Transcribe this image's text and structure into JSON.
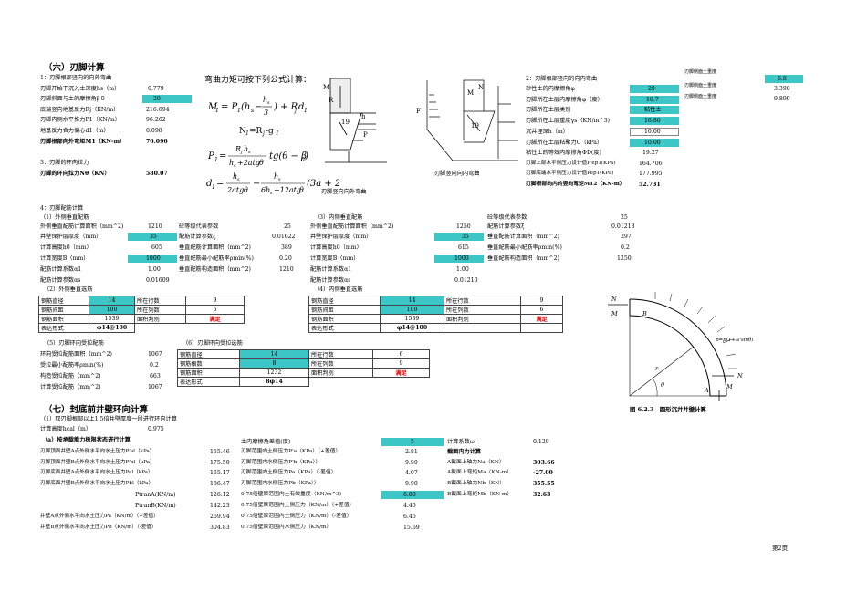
{
  "s6": {
    "title": "（六）刃脚计算",
    "sub1": "1：刃脚根部竖向的向外弯曲",
    "r1": {
      "l": "刃脚开始下沉入土深度hs（m）",
      "v": "0.779"
    },
    "r2": {
      "l": "刃脚斜面与土的摩擦角β０",
      "v": "20"
    },
    "r3": {
      "l": "底端竖向地基反力Rj（KN/m）",
      "v": "216.694"
    },
    "r4": {
      "l": "刃脚内侧水平推力P1（KN/m）",
      "v": "96.262"
    },
    "r5": {
      "l": "地基反力合力偏心d1（m）",
      "v": "0.098"
    },
    "r6": {
      "l": "刃脚根部向外弯矩M1（KN-m）",
      "v": "70.096"
    },
    "sub3": "3：刃脚的环向拉力",
    "r7": {
      "l": "刃脚的环向拉力Nθ（KN）",
      "v": "580.07"
    },
    "formula_title": "弯曲力矩可按下列公式计算："
  },
  "r2": {
    "sub2": "2：刃脚根部竖向的向内弯曲",
    "side1": {
      "l": "刃脚侧面土重度",
      "v": "6.8"
    },
    "side2": {
      "l": "刃脚侧面土重度",
      "v": "3.390"
    },
    "side3": {
      "l": "刃脚侧面土重度",
      "v": "9.899"
    },
    "lines": [
      {
        "l": "砂性土的内摩擦角φ",
        "v": "20"
      },
      {
        "l": "刃脚所在土层内摩擦角φ（度）",
        "v": "10.7"
      },
      {
        "l": "刃脚所在土层类别",
        "v": "粘性土"
      },
      {
        "l": "刃脚所在土层重度γs（KN/m^3)",
        "v": "16.80"
      },
      {
        "l": "沉井埋深h（m）",
        "v": "10.00"
      },
      {
        "l": "刃脚所在土层粘聚力C（kPa）",
        "v": "10.00"
      },
      {
        "l": "粘性土的等效内摩擦角ΦD(度)",
        "v": "19.27"
      },
      {
        "l": "刃脚上部水平侧压力设计值P'ep1(KPa)",
        "v": "164.706"
      },
      {
        "l": "刃脚底端水平侧压力设计值Pep1(KPa)",
        "v": "177.995"
      },
      {
        "l": "刃脚根部向内的竖向弯矩M12（KN-m）",
        "v": "52.731"
      }
    ],
    "fig_caption1": "刃脚竖向向内弯曲",
    "fig_caption2": "刃脚竖向向外弯曲"
  },
  "s4": {
    "title": "4：刃脚配筋计算",
    "outer": {
      "title": "（1）外侧垂直配筋",
      "rows": [
        {
          "l": "外侧垂直配筋计算面积（mm^2)",
          "v": "1210",
          "l2": "砼等级代表参数",
          "v2": "25"
        },
        {
          "l": "井壁保护层厚度（mm）",
          "v": "35",
          "l2": "配筋计算参数ξ",
          "v2": "0.01622"
        },
        {
          "l": "计算高度h0（mm）",
          "v": "605",
          "l2": "垂直配筋计算面积（mm^2)",
          "v2": "389"
        },
        {
          "l": "计算宽度B（mm）",
          "v": "1000",
          "l2": "垂直配筋最小配筋率ρmin(%)",
          "v2": "0.20"
        },
        {
          "l": "配筋计算系数α1",
          "v": "1.00",
          "l2": "垂直配筋构造面积（mm^2)",
          "v2": "1210"
        },
        {
          "l": "配筋计算参数αs",
          "v": "0.01609"
        }
      ]
    },
    "inner": {
      "title": "（3）内侧垂直配筋",
      "grade_l": "砼等级代表参数",
      "grade_v": "25",
      "rows": [
        {
          "l": "外侧垂直配筋计算面积（mm^2)",
          "v": "1250",
          "l2": "配筋计算参数ξ",
          "v2": "0.01218"
        },
        {
          "l": "井壁保护层厚度（mm）",
          "v": "35",
          "l2": "垂直配筋计算面积（mm^2)",
          "v2": "297"
        },
        {
          "l": "计算高度h0（mm）",
          "v": "615",
          "l2": "垂直配筋最小配筋率ρmin(%)",
          "v2": "0.2"
        },
        {
          "l": "计算宽度B（mm）",
          "v": "1000",
          "l2": "垂直配筋构造面积（mm^2)",
          "v2": "1250"
        },
        {
          "l": "配筋计算系数α1",
          "v": "1.00"
        },
        {
          "l": "配筋计算参数αs",
          "v": "0.01210"
        }
      ]
    },
    "sel2": {
      "title": "（2）外侧垂直选筋",
      "c1": "钢筋直径",
      "v1": "14",
      "c2": "所在行数",
      "v2": "9",
      "c3": "钢筋间距",
      "v3": "100",
      "c4": "所在列数",
      "v4": "6",
      "c5": "钢筋面积",
      "v5": "1539",
      "c6": "面积判别",
      "v6": "满足",
      "c7": "表达形式",
      "v7": "φ14@100"
    },
    "sel4": {
      "title": "（4）内侧垂直选筋",
      "c1": "钢筋直径",
      "v1": "14",
      "c2": "所在行数",
      "v2": "9",
      "c3": "钢筋间距",
      "v3": "100",
      "c4": "所在列数",
      "v4": "6",
      "c5": "钢筋面积",
      "v5": "1539",
      "c6": "面积判别",
      "v6": "满足",
      "c7": "表达形式",
      "v7": "φ14@100"
    },
    "hoop5": {
      "title": "（5）刃脚环向受拉配筋",
      "rows": [
        {
          "l": "环向受拉配筋面积（mm^2)",
          "v": "1067"
        },
        {
          "l": "受拉最小配筋率ρmin(%)",
          "v": "0.2"
        },
        {
          "l": "构造受拉配筋（mm^2)",
          "v": "663"
        },
        {
          "l": "计算受拉配筋（mm^2)",
          "v": "1067"
        }
      ]
    },
    "hoop6": {
      "title": "（6）刃脚环向受拉选筋",
      "c1": "钢筋直径",
      "v1": "14",
      "c2": "所在行数",
      "v2": "6",
      "c3": "钢筋根数",
      "v3": "8",
      "c4": "所在列数",
      "v4": "9",
      "c5": "钢筋面积",
      "v5": "1232",
      "c6": "面积判别",
      "v6": "满足",
      "c7": "表达形式",
      "v7": "8φ14"
    },
    "fig_caption": "图 6.2.3　圆形沉井井壁计算"
  },
  "s7": {
    "title": "（七）封底前井壁环向计算",
    "sub1": "（1）取刃脚根部以上1.5倍井壁厚度一段进行环向计算",
    "hcal": {
      "l": "计算高度hcal（m）",
      "v": "0.975"
    },
    "sub_a": "（a）按承载能力极限状态进行计算",
    "left": [
      {
        "l": "刃脚顶面井壁A点外侧水平向水土压力P'al（kPa）",
        "v": "155.46"
      },
      {
        "l": "刃脚顶面井壁B点外侧水平向水土压力P'bl（kPa）",
        "v": "175.50"
      },
      {
        "l": "刃脚底面井壁A点外侧水平向水土压力Pal（kPa）",
        "v": "165.17"
      },
      {
        "l": "刃脚底面井壁B点外侧水平向水土压力Pbl（kPa）",
        "v": "186.47"
      },
      {
        "l": "PtranA(KN/m)",
        "v": "126.12"
      },
      {
        "l": "PtranB(KN/m)",
        "v": "142.23"
      },
      {
        "l": "井壁A点外侧水平向水土压力Pa（KN/m）（+差值）",
        "v": "269.94"
      },
      {
        "l": "井壁B点外侧水平向水土压力Pb（KN/m）（-差值）",
        "v": "304.83"
      }
    ],
    "mid": [
      {
        "l": "土内摩擦角差值(度)",
        "v": "5"
      },
      {
        "l": "刃脚范围内土侧压力P'a（KPa）（+差值）",
        "v": "2.81"
      },
      {
        "l": "刃脚范围内水侧压力P'b（KPa））",
        "v": "9.90"
      },
      {
        "l": "刃脚范围内土侧压力Pa（KPa）（-差值）",
        "v": "4.07"
      },
      {
        "l": "刃脚范围内水侧压力Pb（KPa））",
        "v": "9.90"
      },
      {
        "l": "0.75倍壁厚范围内土有效重度（KN/m^3)",
        "v": "6.80"
      },
      {
        "l": "0.75倍壁厚范围内土侧压力（KN/m）（+差值）",
        "v": "4.45"
      },
      {
        "l": "0.75倍壁厚范围内土侧压力（KN/m）（-差值）",
        "v": "6.45"
      },
      {
        "l": "0.75倍壁厚范围内水侧压力（KN/m）",
        "v": "15.69"
      }
    ],
    "right": {
      "coef_l": "计算系数ω'",
      "coef_v": "0.129",
      "title": "截面内力计算",
      "rows": [
        {
          "l": "A截面上轴力Na（KN）",
          "v": "303.66"
        },
        {
          "l": "A截面上弯矩Ma（KN-m）",
          "v": "-27.09"
        },
        {
          "l": "B截面上轴力Nb（KN）",
          "v": "355.55"
        },
        {
          "l": "B截面上弯矩Mb（KN-m）",
          "v": "32.63"
        }
      ]
    }
  },
  "page": "第2页"
}
